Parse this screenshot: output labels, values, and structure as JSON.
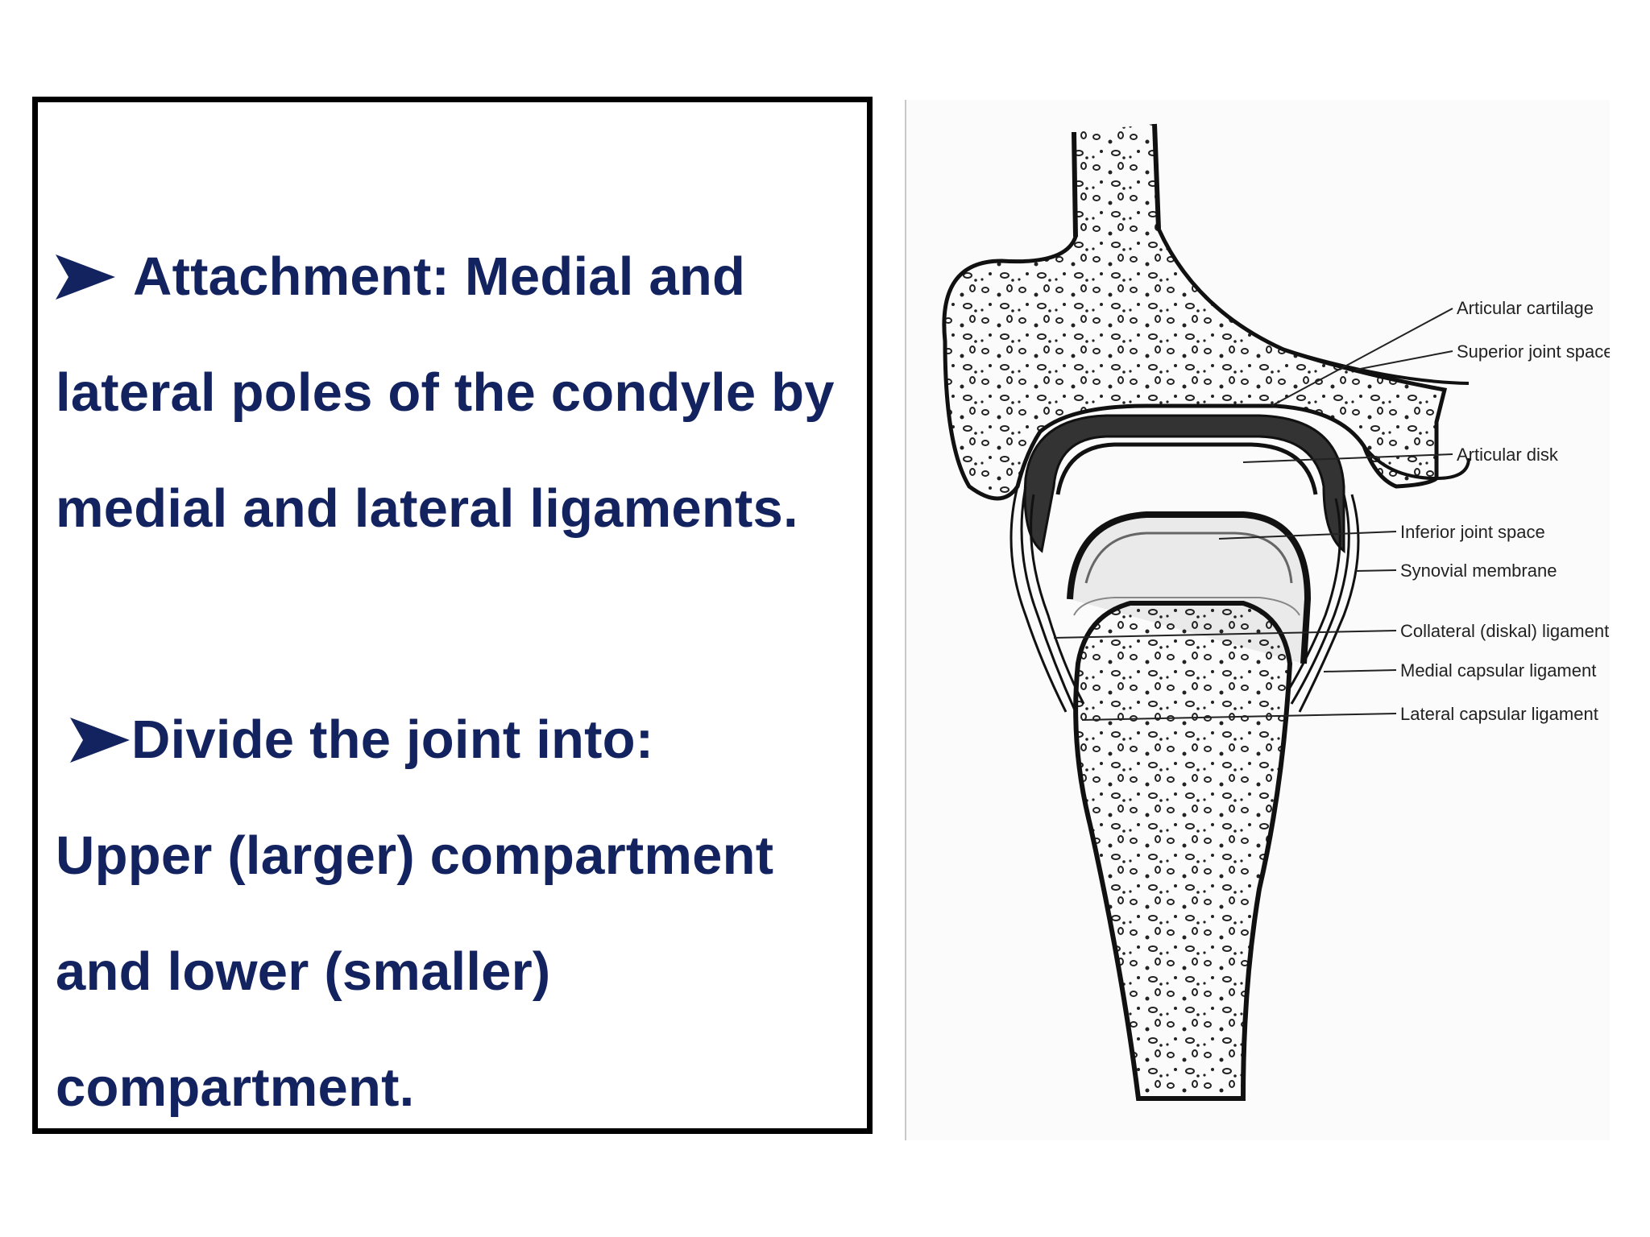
{
  "slide": {
    "bullets": [
      {
        "icon": "arrow-bullet-icon",
        "lines": [
          "Attachment: Medial and",
          "lateral poles of the condyle by",
          "medial and lateral ligaments."
        ]
      },
      {
        "icon": "arrow-bullet-icon",
        "lines": [
          "Divide the joint into:",
          "Upper (larger) compartment",
          "and lower (smaller)",
          "compartment."
        ]
      }
    ],
    "text_color": "#13235f"
  },
  "figure": {
    "labels": [
      "Articular cartilage",
      "Superior joint space",
      "Articular disk",
      "Inferior joint space",
      "Synovial membrane",
      "Collateral (diskal) ligament",
      "Medial capsular ligament",
      "Lateral capsular ligament"
    ]
  }
}
